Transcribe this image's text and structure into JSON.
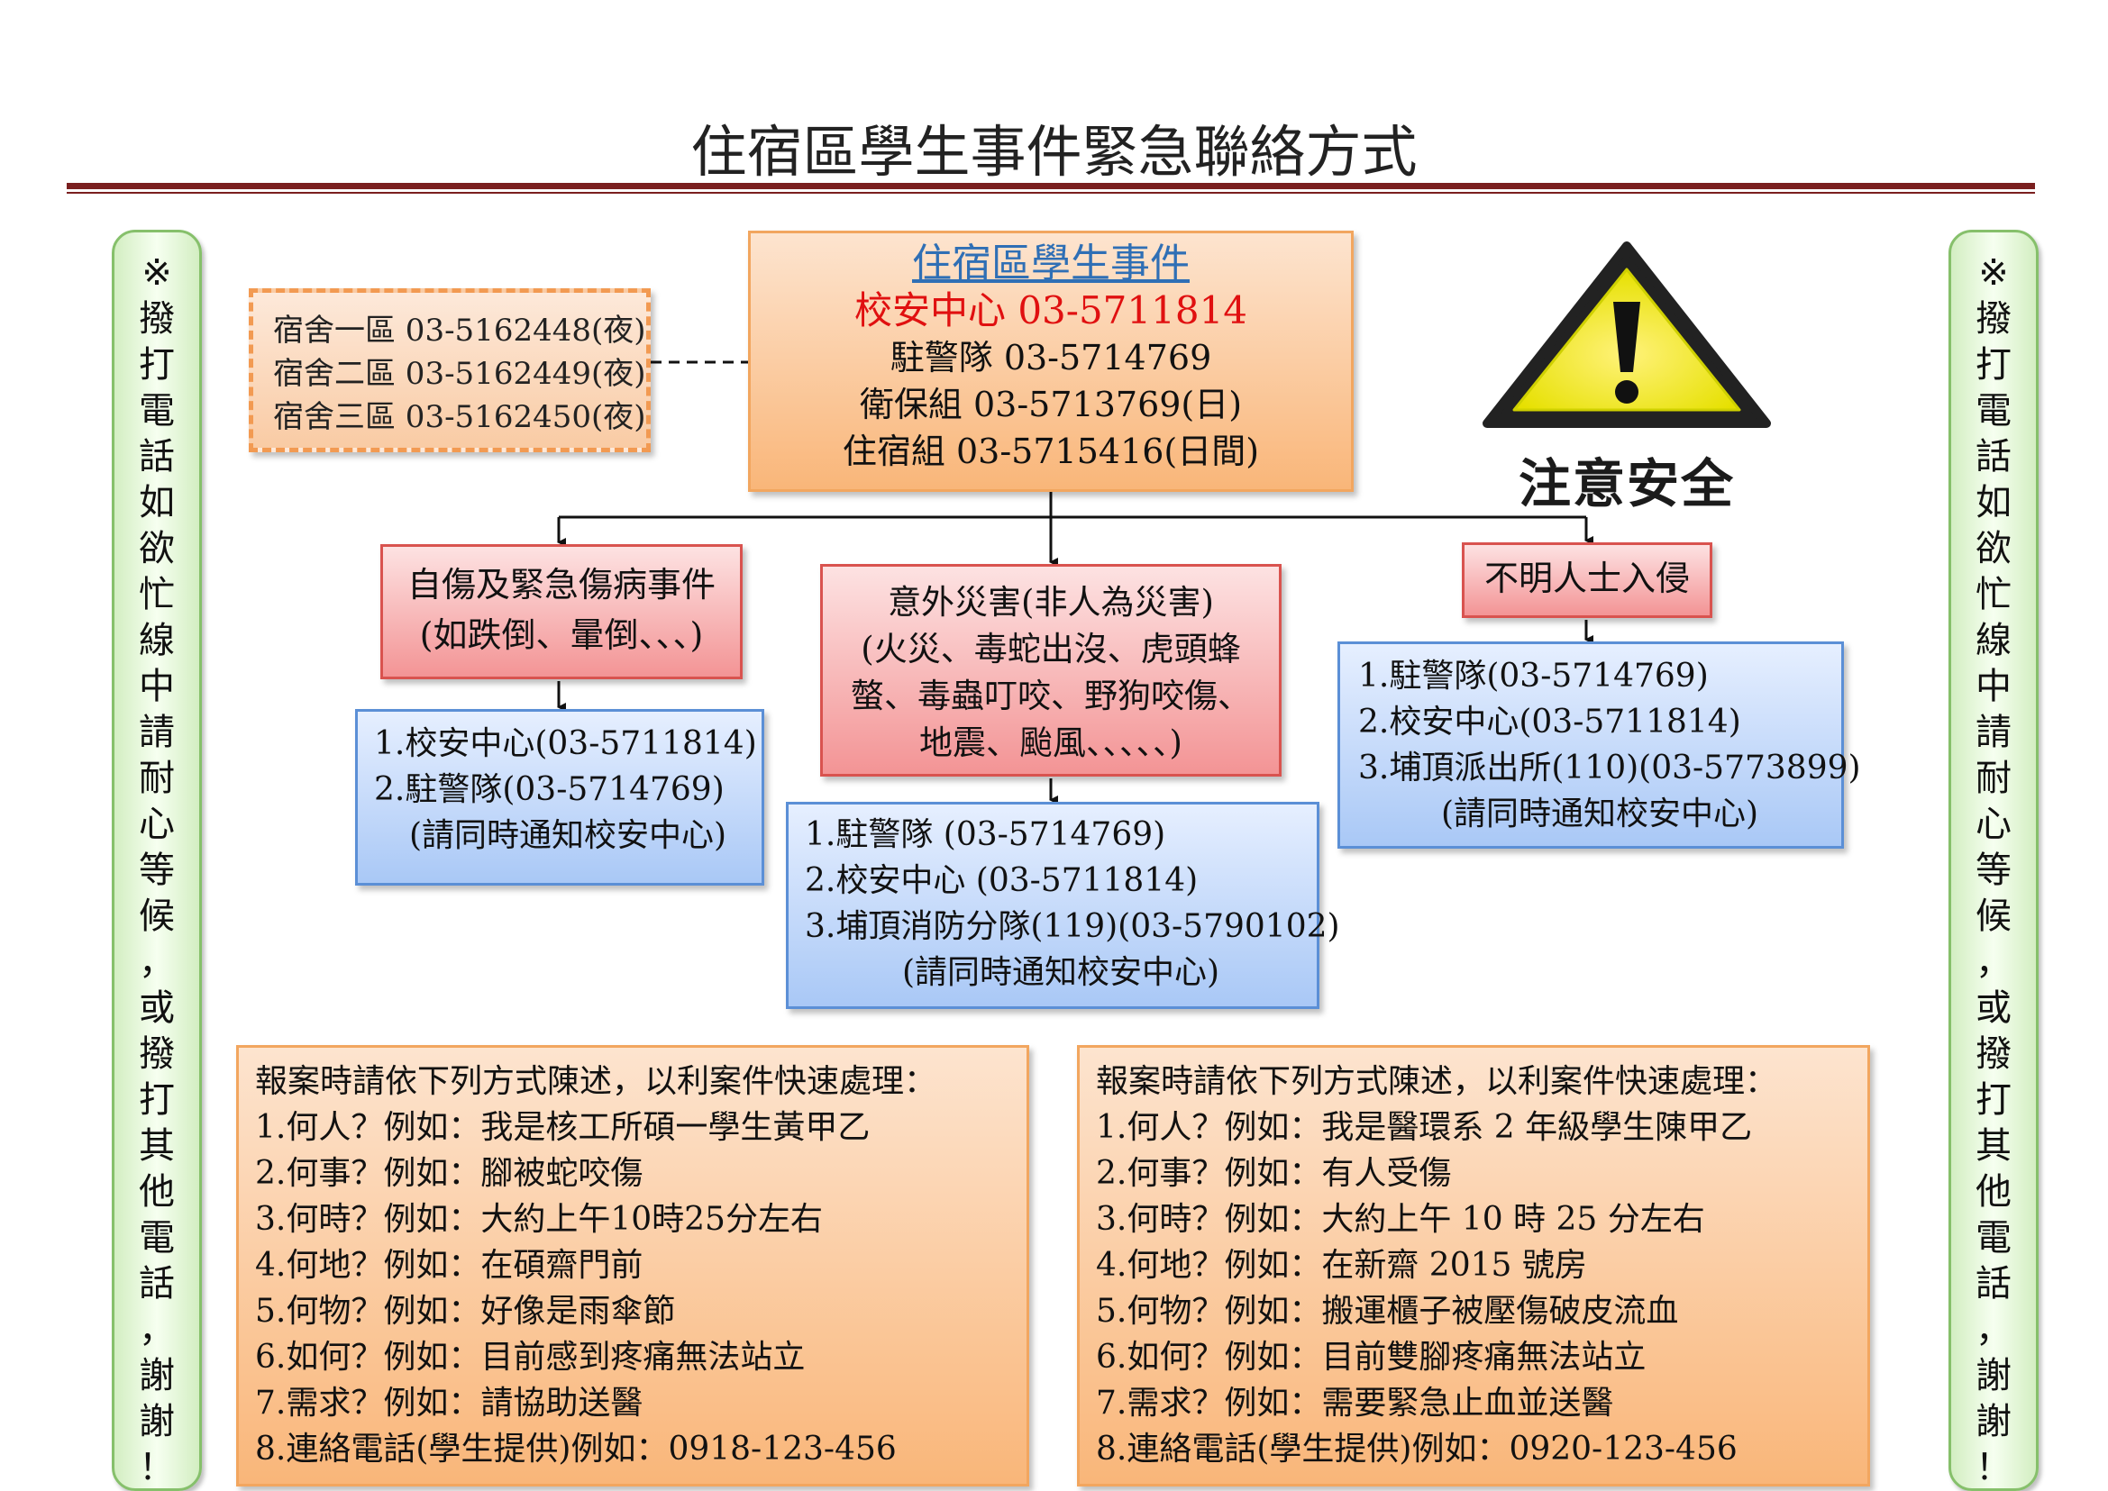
{
  "title": "住宿區學生事件緊急聯絡方式",
  "side_note": "※撥打電話如欲忙線中請耐心等候，或撥打其他電話，謝謝！",
  "dorm_box": {
    "lines": [
      "宿舍一區 03-5162448(夜)",
      "宿舍二區 03-5162449(夜)",
      "宿舍三區 03-5162450(夜)"
    ]
  },
  "main_box": {
    "heading": "住宿區學生事件",
    "campus_security": "校安中心 03-5711814",
    "lines": [
      "駐警隊 03-5714769",
      "衛保組 03-5713769(日)",
      "住宿組 03-5715416(日間)"
    ]
  },
  "warning": {
    "label": "注意安全",
    "icon": "warning-triangle-icon"
  },
  "categories": [
    {
      "lines": [
        "自傷及緊急傷病事件",
        "(如跌倒、暈倒、、、)"
      ],
      "contacts": [
        "1.校安中心(03-5711814)",
        "2.駐警隊(03-5714769)"
      ],
      "note": "(請同時通知校安中心)"
    },
    {
      "lines": [
        "意外災害(非人為災害)",
        "(火災、毒蛇出沒、虎頭蜂",
        "螫、毒蟲叮咬、野狗咬傷、",
        "地震、颱風、、、、、)"
      ],
      "contacts": [
        "1.駐警隊  (03-5714769)",
        "2.校安中心  (03-5711814)",
        "3.埔頂消防分隊(119)(03-5790102)"
      ],
      "note": "(請同時通知校安中心)"
    },
    {
      "lines": [
        "不明人士入侵"
      ],
      "contacts": [
        "1.駐警隊(03-5714769)",
        "2.校安中心(03-5711814)",
        "3.埔頂派出所(110)(03-5773899)"
      ],
      "note": "(請同時通知校安中心)"
    }
  ],
  "report_examples": [
    {
      "heading": "報案時請依下列方式陳述，以利案件快速處理：",
      "items": [
        "1.何人？例如：我是核工所碩一學生黃甲乙",
        "2.何事？例如：腳被蛇咬傷",
        "3.何時？例如：大約上午10時25分左右",
        "4.何地？例如：在碩齋門前",
        "5.何物？例如：好像是雨傘節",
        "6.如何？例如：目前感到疼痛無法站立",
        "7.需求？例如：請協助送醫",
        "8.連絡電話(學生提供)例如：0918-123-456"
      ]
    },
    {
      "heading": "報案時請依下列方式陳述，以利案件快速處理：",
      "items": [
        "1.何人？例如：我是醫環系 2 年級學生陳甲乙",
        "2.何事？例如：有人受傷",
        "3.何時？例如：大約上午 10 時 25 分左右",
        "4.何地？例如：在新齋 2015 號房",
        "5.何物？例如：搬運櫃子被壓傷破皮流血",
        "6.如何？例如：目前雙腳疼痛無法站立",
        "7.需求？例如：需要緊急止血並送醫",
        "8.連絡電話(學生提供)例如：0920-123-456"
      ]
    }
  ],
  "colors": {
    "title_rule": "#7a1f1f",
    "campus_security": "#e01010",
    "heading_link": "#2f6fb5",
    "side_border": "#86c06b",
    "orange_border": "#f2a65f",
    "red_border": "#d9534f",
    "blue_border": "#5b8fd6"
  }
}
